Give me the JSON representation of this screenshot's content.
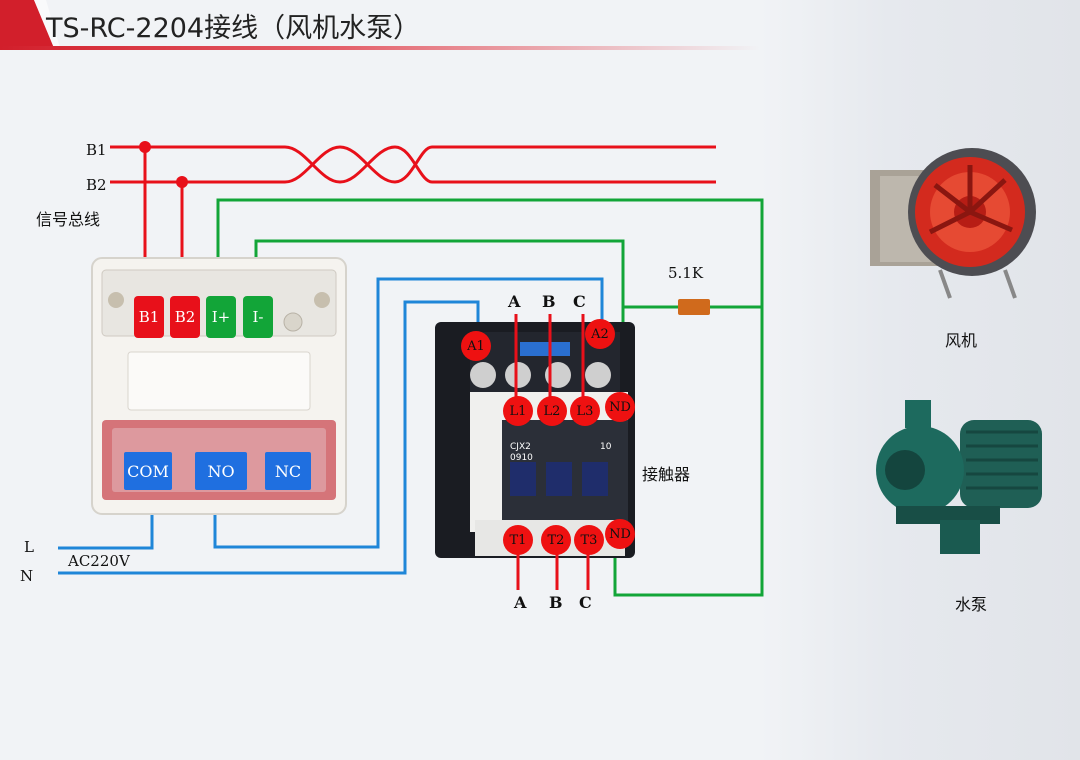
{
  "title": "TS-RC-2204接线（风机水泵）",
  "bus": {
    "b1": "B1",
    "b2": "B2",
    "caption": "信号总线"
  },
  "power": {
    "l": "L",
    "n": "N",
    "voltage": "AC220V"
  },
  "module": {
    "terminals_top": [
      "B1",
      "B2",
      "I+",
      "I-"
    ],
    "terminals_bottom": [
      "COM",
      "NO",
      "NC"
    ]
  },
  "resistor": "5.1K",
  "contactor": {
    "caption": "接触器",
    "coil": [
      "A1",
      "A2"
    ],
    "line": [
      "L1",
      "L2",
      "L3"
    ],
    "load": [
      "T1",
      "T2",
      "T3"
    ],
    "nd": "ND",
    "phases_top": [
      "A",
      "B",
      "C"
    ],
    "phases_bottom": [
      "A",
      "B",
      "C"
    ],
    "model": "CJX2",
    "code": "0910",
    "aux": "10"
  },
  "devices": {
    "fan": "风机",
    "pump": "水泵"
  },
  "colors": {
    "bus": "#e8101a",
    "signal": "#12a538",
    "power": "#1f86d8",
    "title_accent": "#d21f2b"
  }
}
